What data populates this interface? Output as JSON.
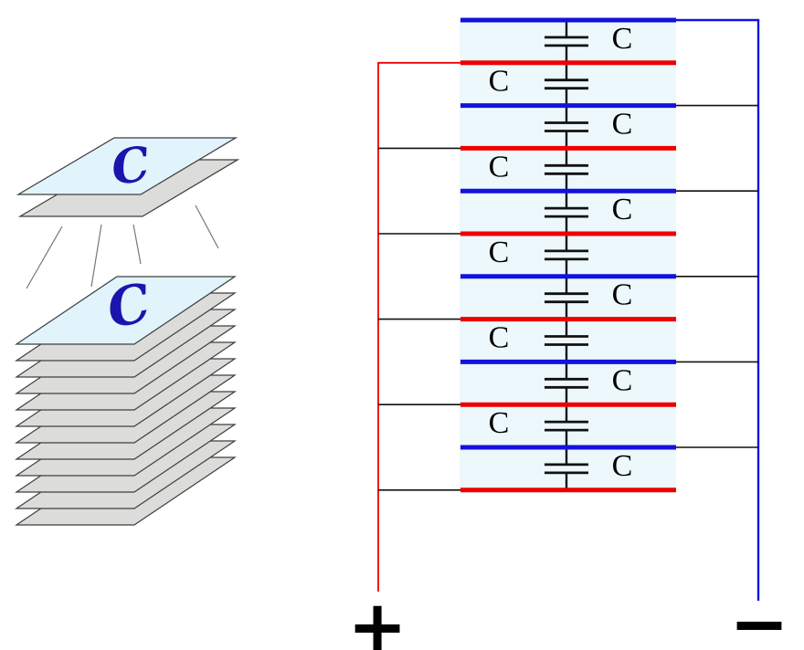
{
  "colors": {
    "plate_cyan_fill": "#e1f4fb",
    "plate_gray_fill": "#dcdcda",
    "plate_outline": "#3f3f3f",
    "panel_fill": "#edf8fc",
    "electrode_blue": "#1212e0",
    "electrode_red": "#ee0000",
    "wire_black": "#111111",
    "projection_line_gray": "#777777",
    "capacitance_label_navy": "#1b15ad",
    "label_black": "#000000"
  },
  "left_figure": {
    "unit_capacitor": {
      "label": "C"
    },
    "stack": {
      "label": "C",
      "gray_plate_count": 11,
      "projection_line_count": 4
    }
  },
  "circuit": {
    "electrodes": [
      "blue",
      "red",
      "blue",
      "red",
      "blue",
      "red",
      "blue",
      "red",
      "blue",
      "red",
      "blue",
      "red"
    ],
    "capacitors": [
      {
        "label": "C",
        "side": "right"
      },
      {
        "label": "C",
        "side": "left"
      },
      {
        "label": "C",
        "side": "right"
      },
      {
        "label": "C",
        "side": "left"
      },
      {
        "label": "C",
        "side": "right"
      },
      {
        "label": "C",
        "side": "left"
      },
      {
        "label": "C",
        "side": "right"
      },
      {
        "label": "C",
        "side": "left"
      },
      {
        "label": "C",
        "side": "right"
      },
      {
        "label": "C",
        "side": "left"
      },
      {
        "label": "C",
        "side": "right"
      }
    ],
    "terminals": {
      "positive": "+",
      "negative": "−"
    }
  }
}
